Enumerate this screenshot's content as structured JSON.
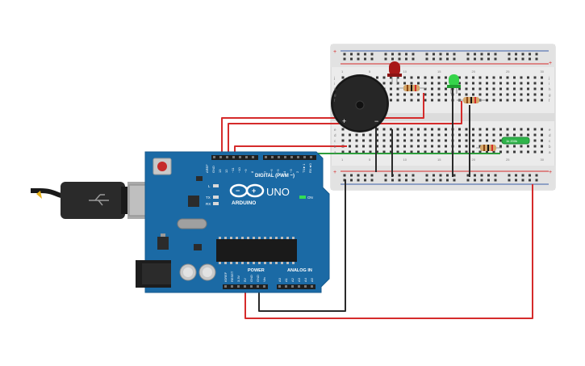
{
  "arduino": {
    "brand": "ARDUINO",
    "model": "UNO",
    "digital_header": "DIGITAL (PWM ~)",
    "power_header": "POWER",
    "analog_header": "ANALOG IN",
    "on_label": "ON",
    "aref": "AREF",
    "gnd": "GND",
    "led_labels": [
      "L",
      "TX",
      "RX"
    ],
    "digital_pins": [
      "13",
      "12",
      "~11",
      "~10",
      "~9",
      "8",
      "7",
      "~6",
      "~5",
      "4",
      "~3",
      "2",
      "TX►1",
      "RX◄0"
    ],
    "power_pins": [
      "IOREF",
      "RESET",
      "3.3V",
      "5V",
      "GND",
      "GND",
      "Vin"
    ],
    "analog_pins": [
      "A0",
      "A1",
      "A2",
      "A3",
      "A4",
      "A5"
    ]
  },
  "breadboard": {
    "column_numbers": [
      "1",
      "5",
      "10",
      "15",
      "20",
      "25",
      "30"
    ],
    "row_letters_top": [
      "j",
      "i",
      "h",
      "g",
      "f"
    ],
    "row_letters_bottom": [
      "e",
      "d",
      "c",
      "b",
      "a"
    ],
    "plus_sign": "+",
    "minus_sign": "-"
  },
  "components": {
    "buzzer_plus": "+",
    "buzzer_minus": "−",
    "resistor_value": "1k 200k"
  },
  "colors": {
    "board": "#1b6aa5",
    "board_dark": "#145a8e",
    "wire_red": "#d52b2b",
    "wire_black": "#2a2a2a",
    "wire_green": "#2e9d3c",
    "breadboard": "#eaeaea",
    "led_red": "#b81b1b",
    "led_green": "#2ecc40"
  }
}
